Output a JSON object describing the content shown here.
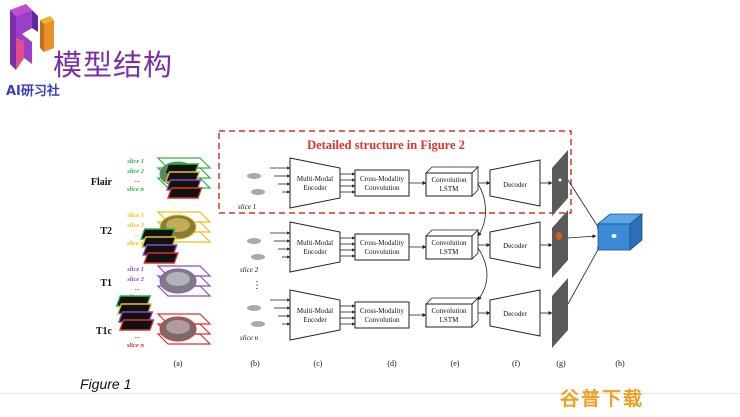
{
  "header": {
    "title": "模型结构",
    "subtitle": "AI研习社",
    "logo_text": "Ai"
  },
  "figure": {
    "caption": "Figure 1",
    "detail_label": "Detailed  structure in Figure 2",
    "modalities": [
      "Flair",
      "T2",
      "T1",
      "T1c"
    ],
    "slice_labels": [
      "slice 1",
      "slice 2",
      "...",
      "slice n"
    ],
    "stack_labels": [
      "slice 1",
      "slice 2",
      "⋮",
      "slice n"
    ],
    "encoder_line1": "Multi-Modal",
    "encoder_line2": "Encoder",
    "fusion_line1": "Cross-Modality",
    "fusion_line2": "Convolution",
    "lstm_line1": "Convolution",
    "lstm_line2": "LSTM",
    "decoder_label": "Decoder",
    "panel_letters": [
      "(a)",
      "(b)",
      "(c)",
      "(d)",
      "(e)",
      "(f)",
      "(g)",
      "(h)"
    ]
  },
  "watermark": {
    "text": "谷普下载"
  },
  "colors": {
    "logo_purple": "#7a2fa8",
    "logo_blue": "#3b3fb8",
    "accent_red": "#d9332b",
    "flair": "#2fb24a",
    "t2": "#e8c21c",
    "t1": "#8a4fc4",
    "t1c": "#d9332b",
    "volume_blue": "#3a8ad6"
  }
}
